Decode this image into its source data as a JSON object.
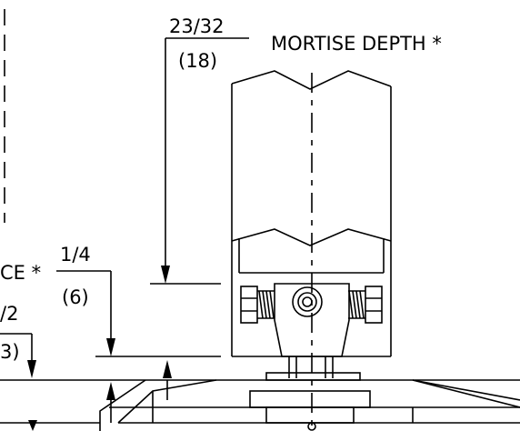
{
  "labels": {
    "mortise_depth_fraction": "23/32",
    "mortise_depth_metric": "(18)",
    "mortise_depth_text": "MORTISE DEPTH *",
    "clearance_partial": "CE *",
    "clearance_fraction": "1/4",
    "clearance_metric": "(6)",
    "left_fraction_partial": "/2",
    "left_metric_partial": "3)"
  }
}
